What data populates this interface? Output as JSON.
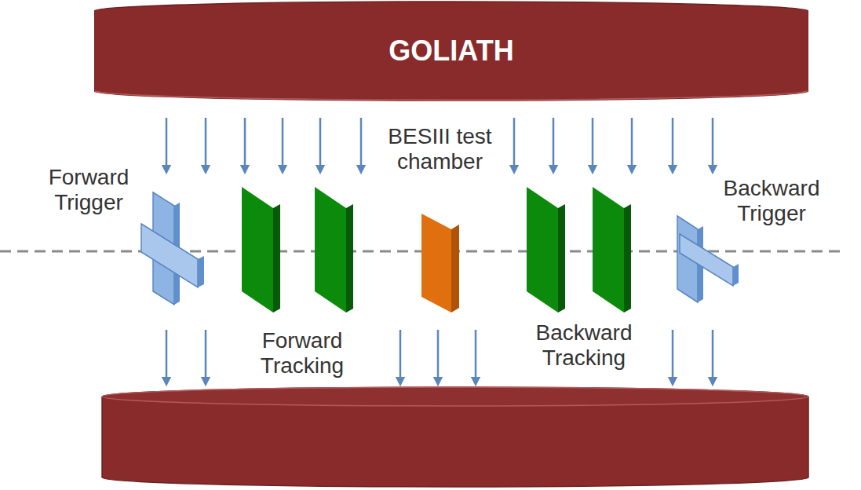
{
  "diagram": {
    "nodes": [
      {
        "text": [
          "GOLIATH"
        ]
      }
    ],
    "labels": [
      "Forward Trigger",
      "BESIII test chamber",
      "Backward Trigger",
      "Forward Tracking",
      "Backward Tracking"
    ]
  }
}
